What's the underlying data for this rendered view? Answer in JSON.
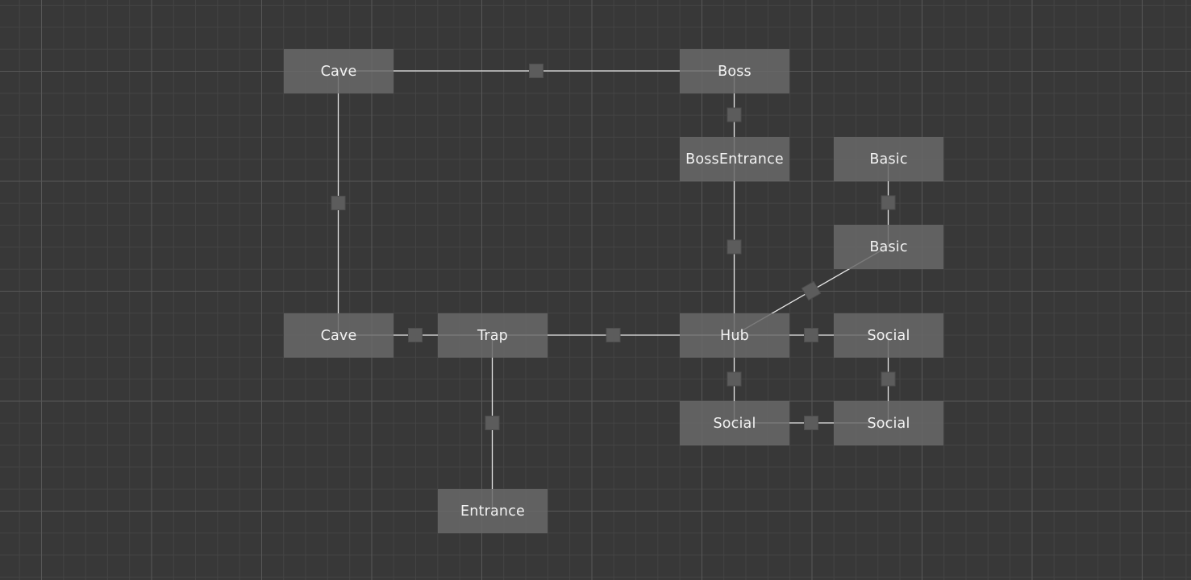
{
  "diagram": {
    "type": "room-graph",
    "colors": {
      "background": "#383838",
      "grid_minor": "#444444",
      "grid_major": "#575757",
      "node_fill": "#686868",
      "node_text": "#f2f2f2",
      "edge": "#e6e6e6",
      "connector": "#5c5c5c"
    },
    "nodes": [
      {
        "id": "cave_top",
        "label": "Cave"
      },
      {
        "id": "boss",
        "label": "Boss"
      },
      {
        "id": "boss_entrance",
        "label": "BossEntrance"
      },
      {
        "id": "basic_top",
        "label": "Basic"
      },
      {
        "id": "basic_mid",
        "label": "Basic"
      },
      {
        "id": "cave_bottom",
        "label": "Cave"
      },
      {
        "id": "trap",
        "label": "Trap"
      },
      {
        "id": "hub",
        "label": "Hub"
      },
      {
        "id": "social_right",
        "label": "Social"
      },
      {
        "id": "social_bottom",
        "label": "Social"
      },
      {
        "id": "social_bottom_right",
        "label": "Social"
      },
      {
        "id": "entrance",
        "label": "Entrance"
      }
    ],
    "edges": [
      {
        "from": "cave_top",
        "to": "boss"
      },
      {
        "from": "cave_top",
        "to": "cave_bottom"
      },
      {
        "from": "boss",
        "to": "boss_entrance"
      },
      {
        "from": "boss_entrance",
        "to": "hub"
      },
      {
        "from": "basic_top",
        "to": "basic_mid"
      },
      {
        "from": "basic_mid",
        "to": "hub"
      },
      {
        "from": "cave_bottom",
        "to": "trap"
      },
      {
        "from": "trap",
        "to": "hub"
      },
      {
        "from": "trap",
        "to": "entrance"
      },
      {
        "from": "hub",
        "to": "social_right"
      },
      {
        "from": "hub",
        "to": "social_bottom"
      },
      {
        "from": "social_right",
        "to": "social_bottom_right"
      },
      {
        "from": "social_bottom",
        "to": "social_bottom_right"
      }
    ]
  }
}
